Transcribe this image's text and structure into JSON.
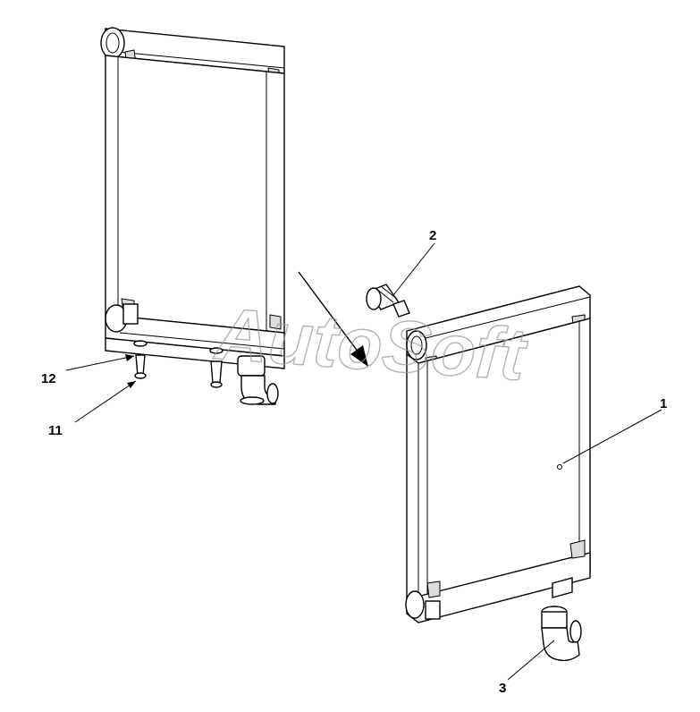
{
  "watermark": "AutoSoft",
  "callouts": {
    "c1": "1",
    "c2": "2",
    "c3": "3",
    "c11": "11",
    "c12": "12"
  }
}
